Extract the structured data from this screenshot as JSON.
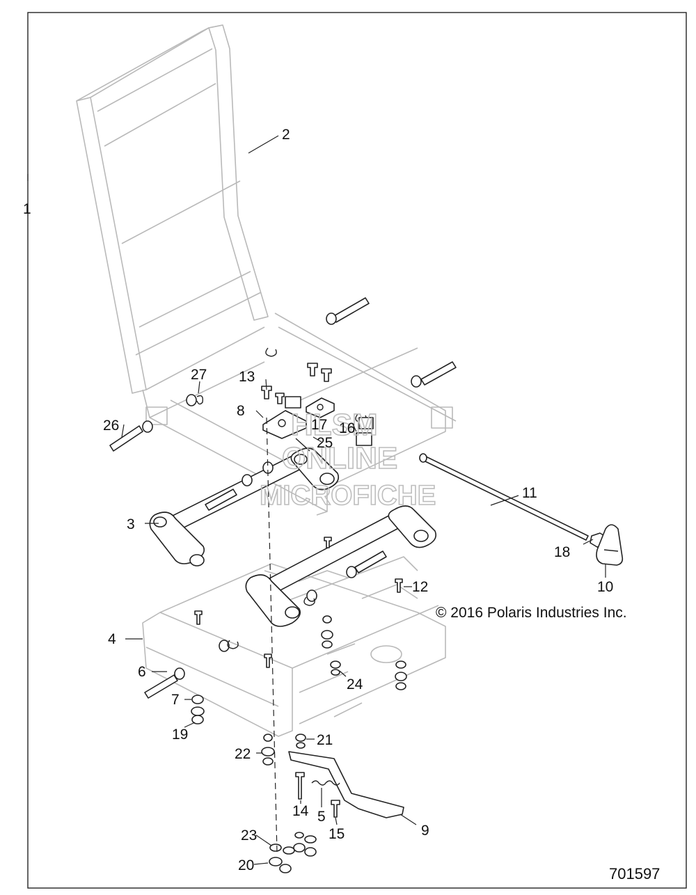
{
  "diagram": {
    "figure_number": "701597",
    "copyright": "© 2016 Polaris Industries Inc.",
    "watermark": {
      "line1": "HLSM",
      "line2": "ONLINE",
      "line3": "MICROFICHE"
    },
    "callouts": {
      "c1": "1",
      "c2": "2",
      "c3": "3",
      "c4": "4",
      "c5": "5",
      "c6": "6",
      "c7": "7",
      "c8": "8",
      "c9": "9",
      "c10": "10",
      "c11": "11",
      "c12": "12",
      "c13": "13",
      "c14": "14",
      "c15": "15",
      "c16": "16",
      "c17": "17",
      "c18": "18",
      "c19": "19",
      "c20": "20",
      "c21": "21",
      "c22": "22",
      "c23": "23",
      "c24": "24",
      "c25": "25",
      "c26": "26",
      "c27": "27"
    }
  }
}
